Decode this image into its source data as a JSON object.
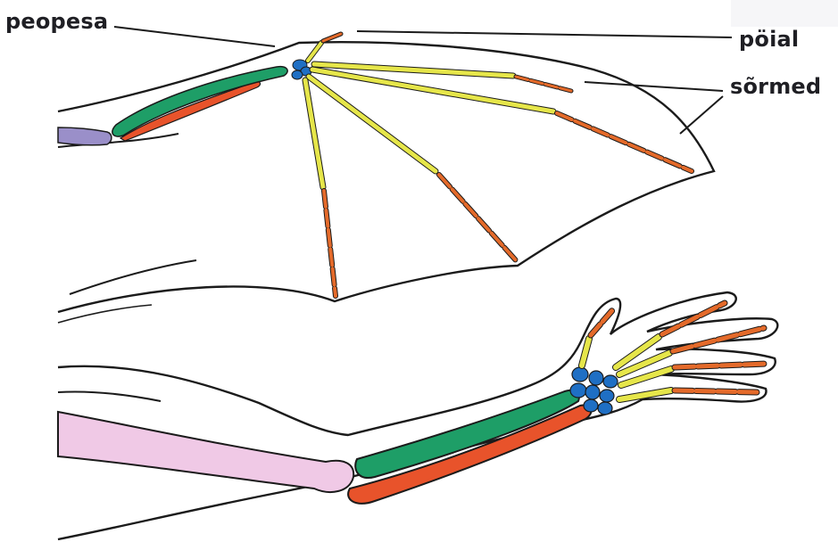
{
  "labels": {
    "wrist": "peopesa",
    "thumb": "pöial",
    "fingers": "sõrmed"
  },
  "colors": {
    "humerus": "#9a8fc9",
    "humerus_human": "#f0c9e6",
    "radius": "#1e9e67",
    "ulna": "#e8532b",
    "carpals": "#1f6fc4",
    "metacarpals": "#e6e64a",
    "phalanges": "#e46a2a",
    "outline": "#1b1b1b",
    "label_text": "#1f1f24"
  }
}
